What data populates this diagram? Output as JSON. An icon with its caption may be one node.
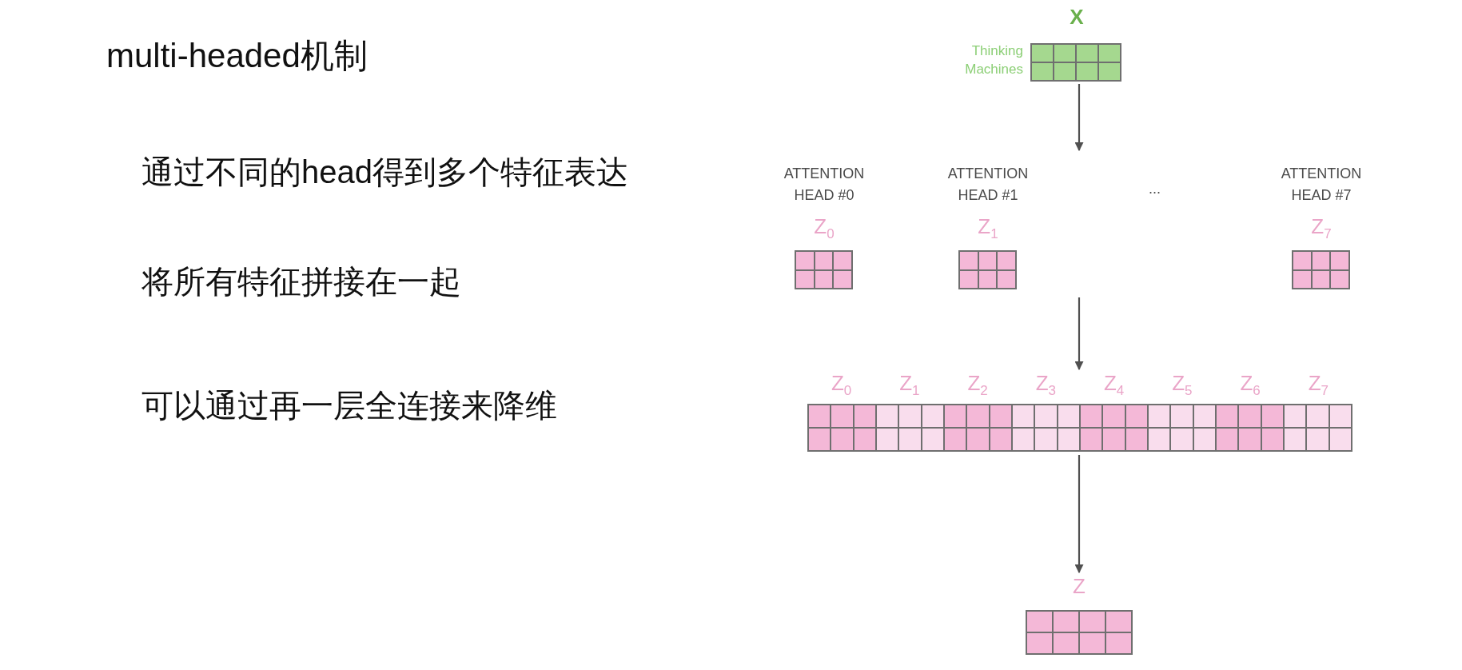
{
  "diagram": {
    "title": "multi-headed机制",
    "nodes": [
      {
        "text": [
          "X"
        ],
        "beside": [
          "Thinking Machines"
        ]
      },
      {
        "text": [
          "ATTENTION HEAD #0",
          "Z$_{0}$"
        ]
      },
      {
        "text": [
          "ATTENTION HEAD #1",
          "Z$_{1}$"
        ]
      },
      {
        "text": [
          "ATTENTION HEAD #7",
          "Z$_{7}$"
        ]
      },
      {
        "text": [
          "Z$_{0}$",
          "Z$_{1}$",
          "Z$_{2}$",
          "Z$_{3}$",
          "Z$_{4}$",
          "Z$_{5}$",
          "Z$_{6}$",
          "Z$_{7}$"
        ]
      },
      {
        "text": [
          "Z"
        ]
      }
    ],
    "edges": [
      {
        "from": 0,
        "to": null,
        "arrow": "to"
      },
      {
        "from": null,
        "to": 4,
        "arrow": "to"
      },
      {
        "from": 4,
        "to": 5,
        "arrow": "to"
      }
    ],
    "labels": [
      "通过不同的head得到多个特征表达",
      "将所有特征拼接在一起",
      "可以通过再一层全连接来降维",
      "..."
    ]
  }
}
